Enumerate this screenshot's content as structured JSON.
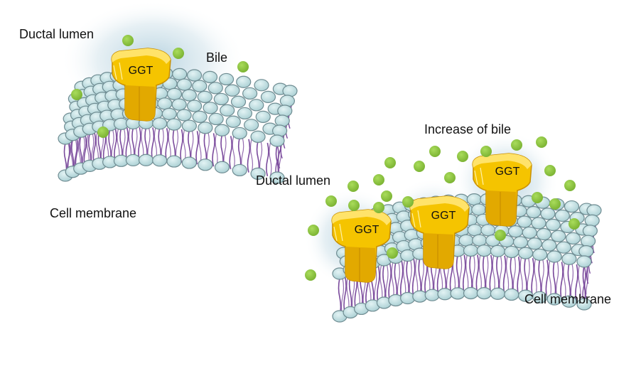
{
  "panel_before": {
    "lumen_label": "Ductal lumen",
    "bile_label": "Bile",
    "membrane_label": "Cell membrane",
    "enzyme_label": "GGT"
  },
  "panel_after": {
    "increase_label": "Increase of bile",
    "lumen_label": "Ductal lumen",
    "membrane_label": "Cell membrane",
    "enzyme_labels": [
      "GGT",
      "GGT",
      "GGT"
    ]
  },
  "colors": {
    "head": "#bfe0e3",
    "head_stroke": "#6f8c92",
    "tail": "#7a4a9c",
    "enzyme": "#f5c400",
    "enzyme_dark": "#d99a00",
    "enzyme_light": "#ffe36a",
    "bile": "#8cc63f",
    "glow": "#9ec4d6"
  },
  "icons": [
    "lipid-bilayer-icon",
    "ggt-enzyme-icon",
    "bile-molecule-icon"
  ]
}
